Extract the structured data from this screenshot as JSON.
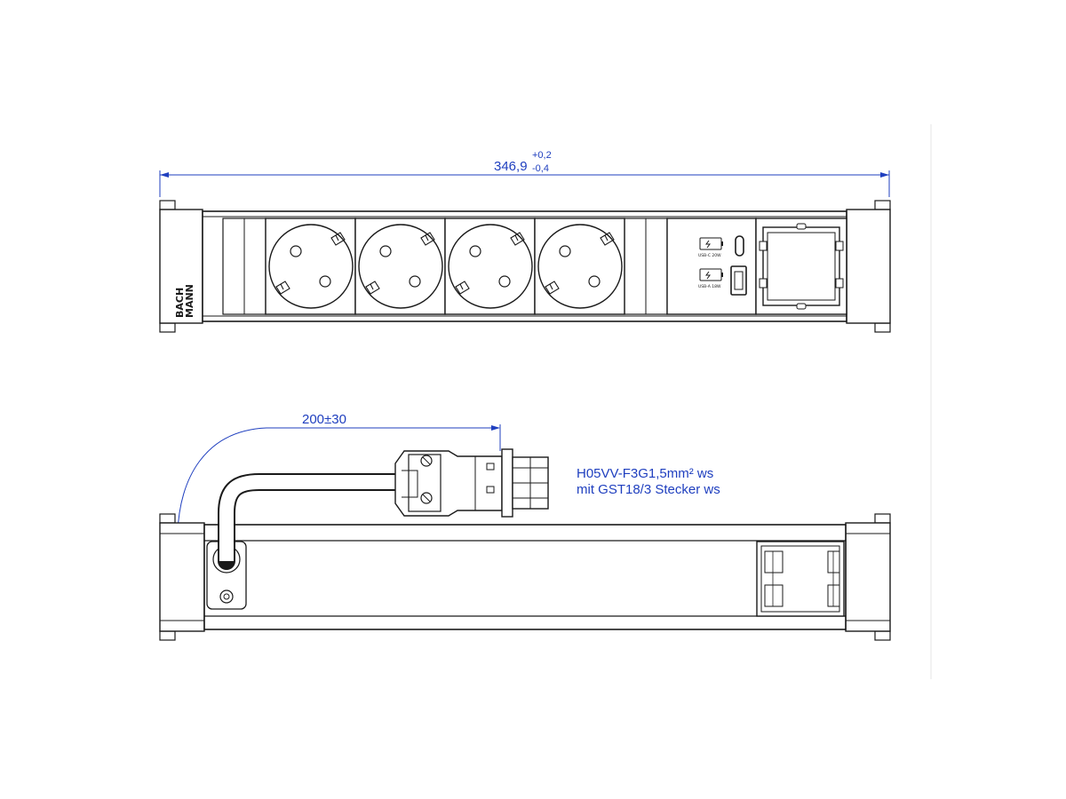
{
  "dimensions": {
    "overall_length": "346,9",
    "tolerance_upper": "+0,2",
    "tolerance_lower": "-0,4",
    "cable_length": "200±30"
  },
  "cable_note": {
    "line1": "H05VV-F3G1,5mm² ws",
    "line2": "mit GST18/3  Stecker ws"
  },
  "brand": {
    "line1": "BACH",
    "line2": "MANN"
  },
  "usb": {
    "usb_c_label": "USB-C 20W",
    "usb_a_label": "USB-A 18W"
  },
  "colors": {
    "dimension": "#1f3fbf",
    "outline": "#1a1a1a"
  }
}
